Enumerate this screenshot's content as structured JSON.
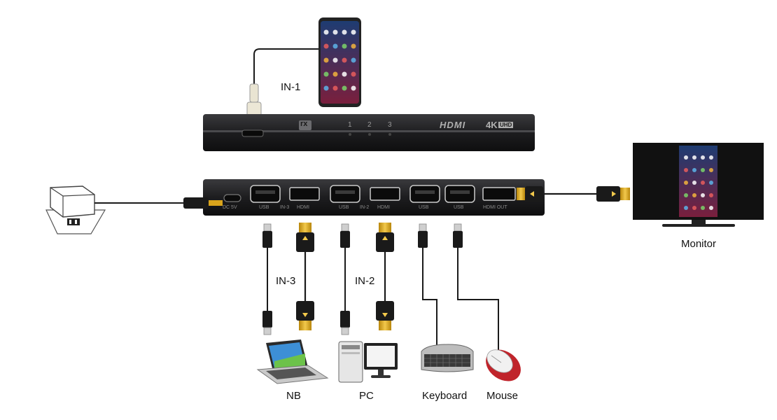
{
  "labels": {
    "in1": "IN-1",
    "in2": "IN-2",
    "in3": "IN-3",
    "monitor": "Monitor",
    "nb": "NB",
    "pc": "PC",
    "keyboard": "Keyboard",
    "mouse": "Mouse"
  },
  "switch_top": {
    "logo": "rx",
    "port_numbers": [
      "1",
      "2",
      "3"
    ],
    "hdmi_mark": "HDMI",
    "resolution_mark": "4K",
    "resolution_badge": "UHD"
  },
  "switch_front": {
    "port_labels": [
      "DC 5V",
      "USB",
      "IN-3",
      "HDMI",
      "USB",
      "IN-2",
      "HDMI",
      "USB",
      "USB",
      "HDMI OUT"
    ]
  },
  "colors": {
    "device_body": "#1c1c1e",
    "cable": "#1a1a1a",
    "hdmi_gold": "#d9a41c",
    "mouse_red": "#c0242b",
    "usb_c_connector": "#e9e4d2"
  },
  "icons": [
    "phone-icon",
    "monitor-icon",
    "laptop-icon",
    "desktop-pc-icon",
    "keyboard-icon",
    "mouse-icon",
    "power-adapter-icon",
    "hdmi-connector-icon",
    "usb-connector-icon"
  ]
}
